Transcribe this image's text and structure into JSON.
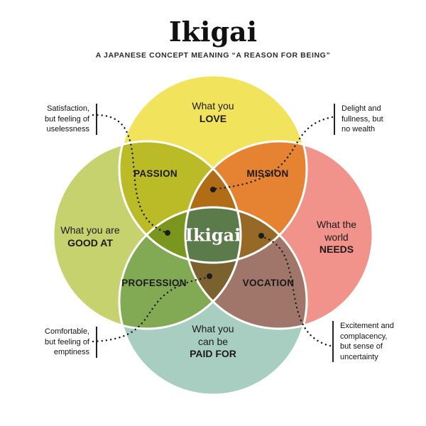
{
  "title": "Ikigai",
  "subtitle": "A JAPANESE CONCEPT MEANING “A REASON FOR BEING”",
  "colors": {
    "love": "#f2e35c",
    "good_at": "#c5d26d",
    "needs": "#f2938b",
    "paid_for": "#a8cdc1",
    "center": "#5b7b4b",
    "ring": "#ffffff",
    "connector": "#1c1c1c"
  },
  "circles": {
    "love": {
      "line1": "What you",
      "line2": "LOVE"
    },
    "good_at": {
      "line1": "What you are",
      "line2": "GOOD AT"
    },
    "needs": {
      "line1": "What the",
      "line2": "world",
      "line3": "NEEDS"
    },
    "paid_for": {
      "line1": "What you",
      "line2": "can be",
      "line3": "PAID FOR"
    }
  },
  "intersections": {
    "passion": "PASSION",
    "mission": "MISSION",
    "profession": "PROFESSION",
    "vocation": "VOCATION",
    "center": "Ikigai"
  },
  "annotations": {
    "top_left": {
      "lines": [
        "Satisfaction,",
        "but feeling of",
        "uselessness"
      ]
    },
    "top_right": {
      "lines": [
        "Delight and",
        "fullness, but",
        "no wealth"
      ]
    },
    "bottom_left": {
      "lines": [
        "Comfortable,",
        "but feeling of",
        "emptiness"
      ]
    },
    "bottom_right": {
      "lines": [
        "Excitement and",
        "complacency,",
        "but sense of",
        "uncertainty"
      ]
    }
  }
}
